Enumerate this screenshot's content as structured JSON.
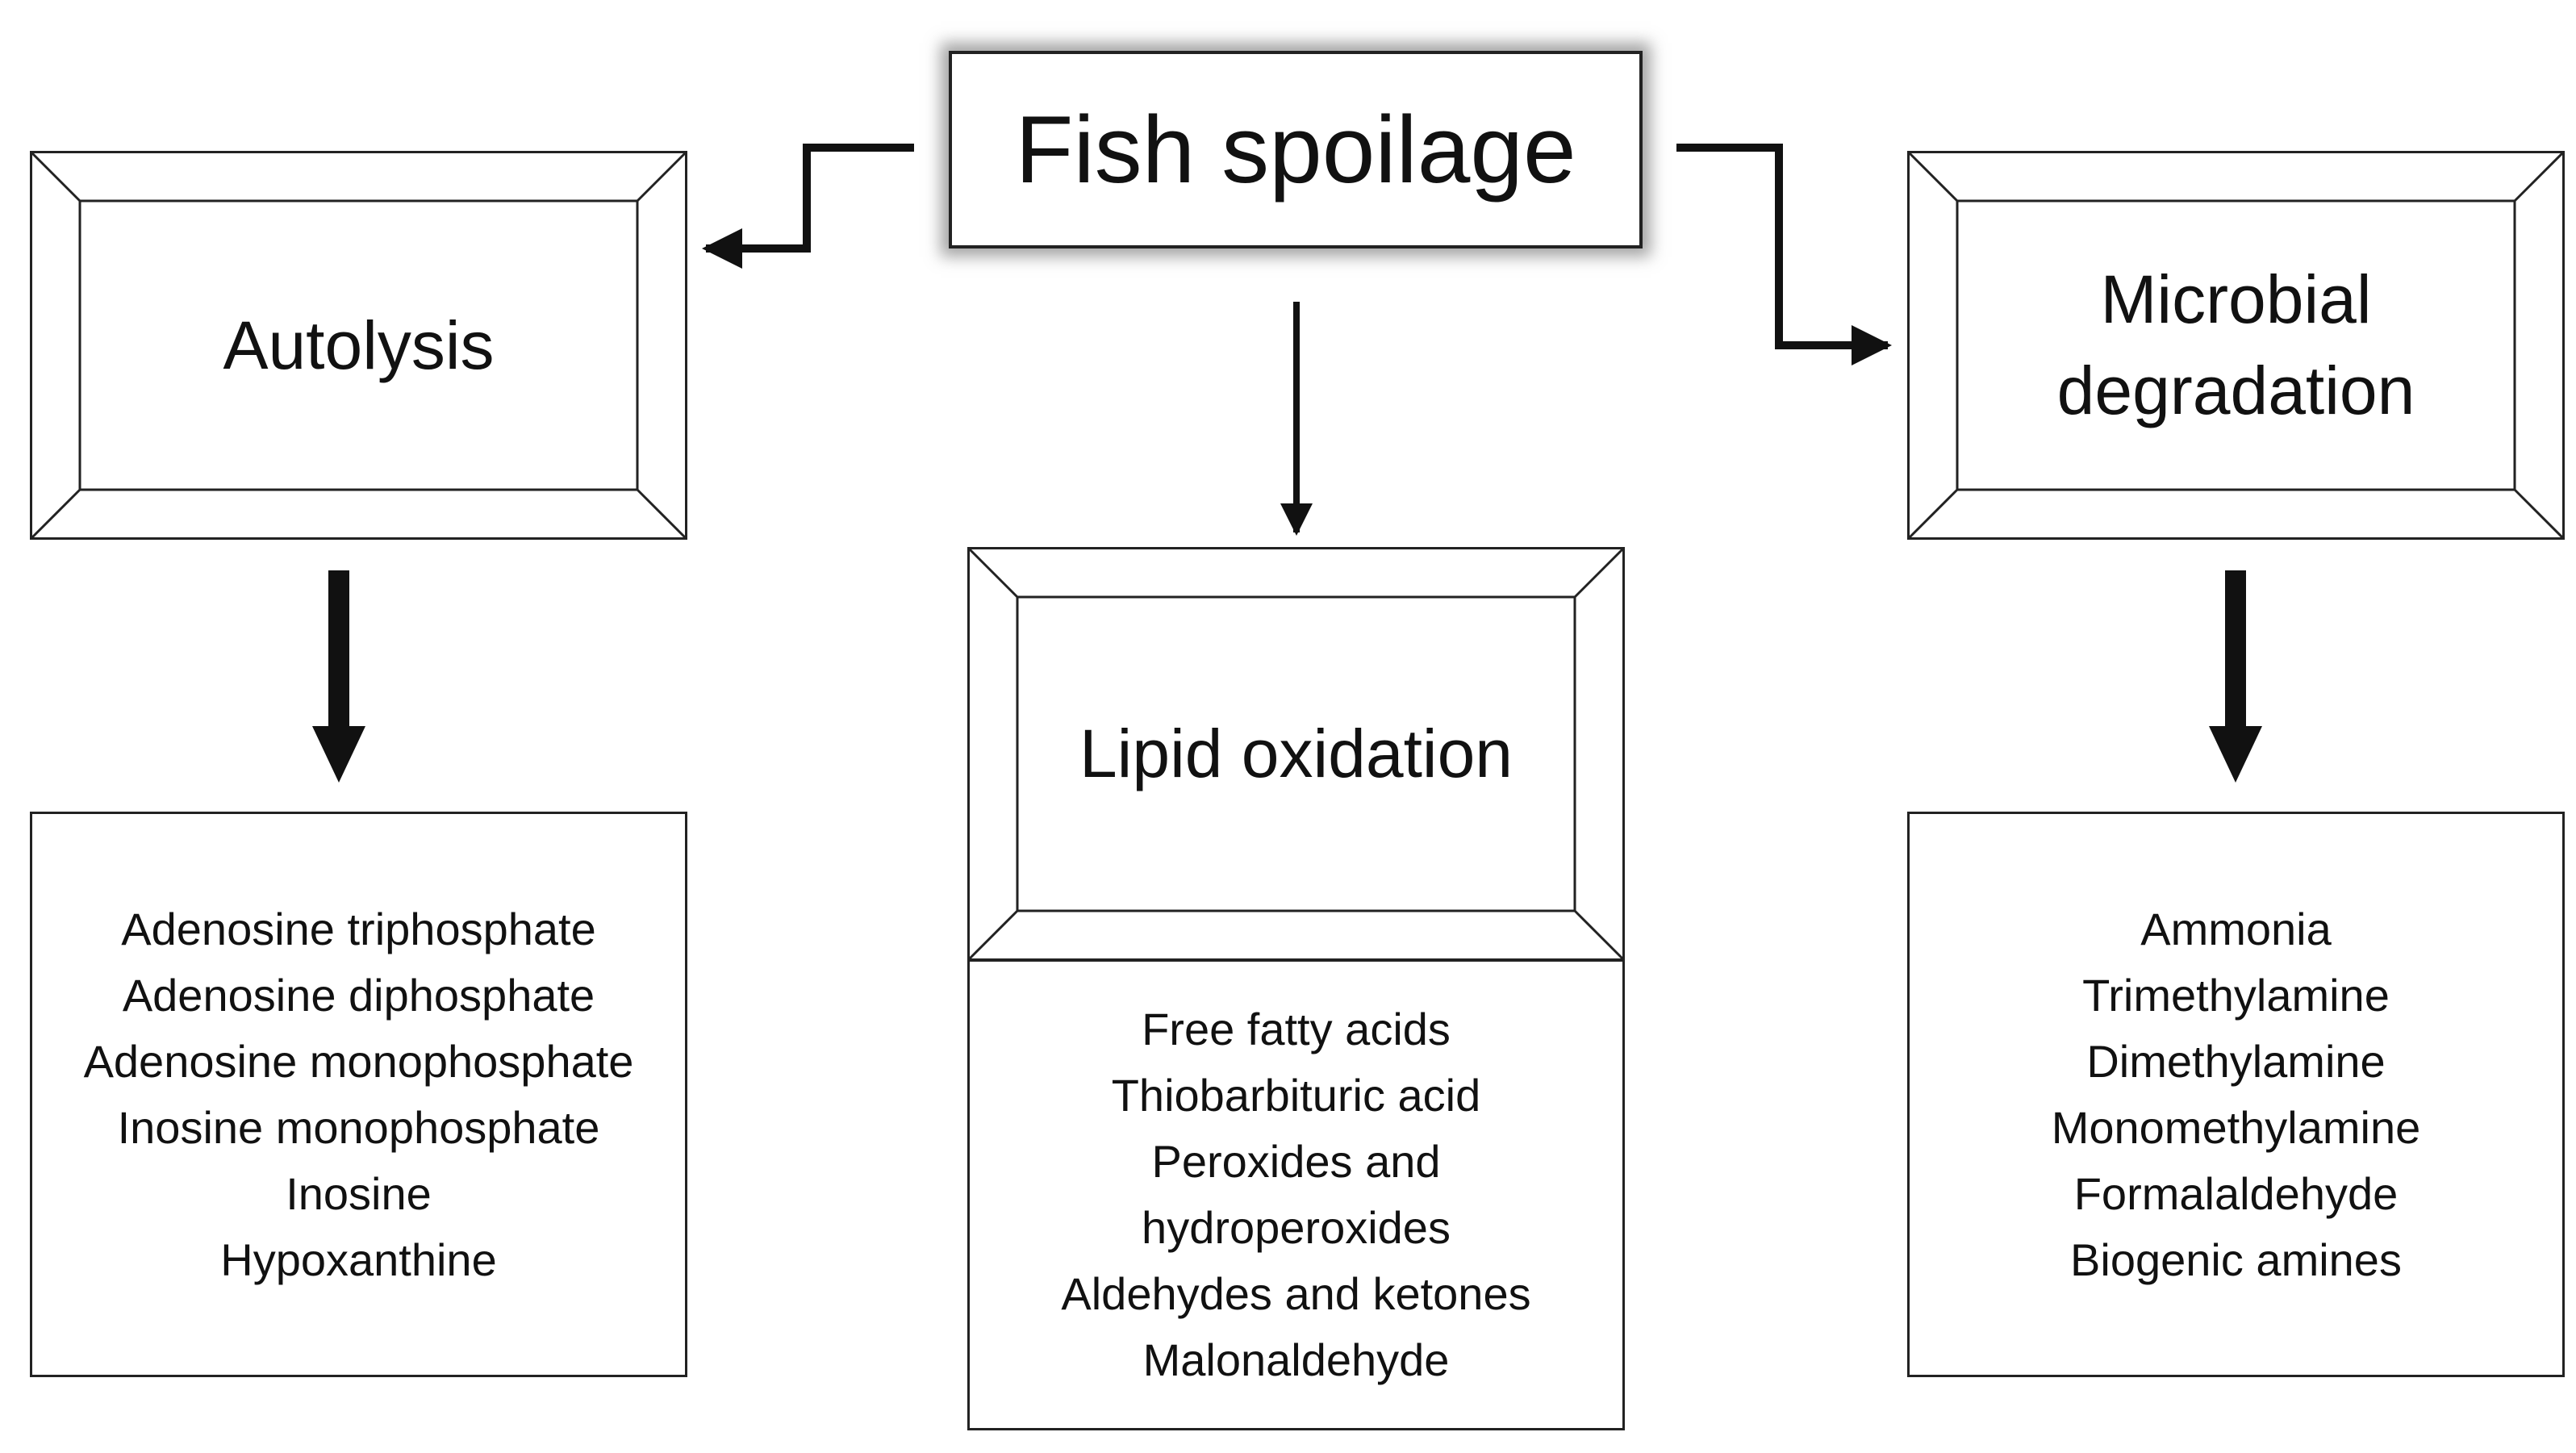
{
  "root": {
    "label": "Fish spoilage"
  },
  "branches": {
    "autolysis": {
      "label_lines": [
        "Autolysis"
      ],
      "products": [
        "Adenosine triphosphate",
        "Adenosine diphosphate",
        "Adenosine monophosphate",
        "Inosine monophosphate",
        "Inosine",
        "Hypoxanthine"
      ]
    },
    "lipid_oxidation": {
      "label_lines": [
        "Lipid oxidation"
      ],
      "products": [
        "Free fatty acids",
        "Thiobarbituric acid",
        "Peroxides and",
        "hydroperoxides",
        "Aldehydes and ketones",
        "Malonaldehyde"
      ]
    },
    "microbial_degradation": {
      "label_lines": [
        "Microbial",
        "degradation"
      ],
      "products": [
        "Ammonia",
        "Trimethylamine",
        "Dimethylamine",
        "Monomethylamine",
        "Formalaldehyde",
        "Biogenic amines"
      ]
    }
  },
  "colors": {
    "line": "#111111",
    "shadow": "#5a5a5a",
    "background": "#ffffff"
  }
}
